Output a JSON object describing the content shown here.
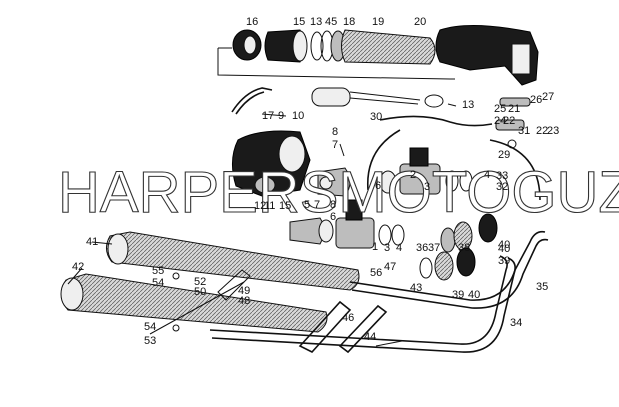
{
  "watermark": "HARPERSMOTOGUZZI©",
  "callouts": [
    "16",
    "15",
    "13",
    "45",
    "18",
    "19",
    "20",
    "13",
    "17",
    "9",
    "10",
    "30",
    "8",
    "7",
    "25",
    "21",
    "26",
    "27",
    "22",
    "24",
    "23",
    "31",
    "22",
    "29",
    "2",
    "3",
    "4",
    "33",
    "32",
    "6",
    "5",
    "7",
    "12",
    "11",
    "15",
    "1",
    "8",
    "6",
    "3",
    "4",
    "36",
    "37",
    "38",
    "40",
    "41",
    "42",
    "55",
    "54",
    "52",
    "50",
    "49",
    "48",
    "47",
    "56",
    "43",
    "39",
    "35",
    "39",
    "40",
    "46",
    "44",
    "34",
    "54",
    "53",
    "40"
  ]
}
